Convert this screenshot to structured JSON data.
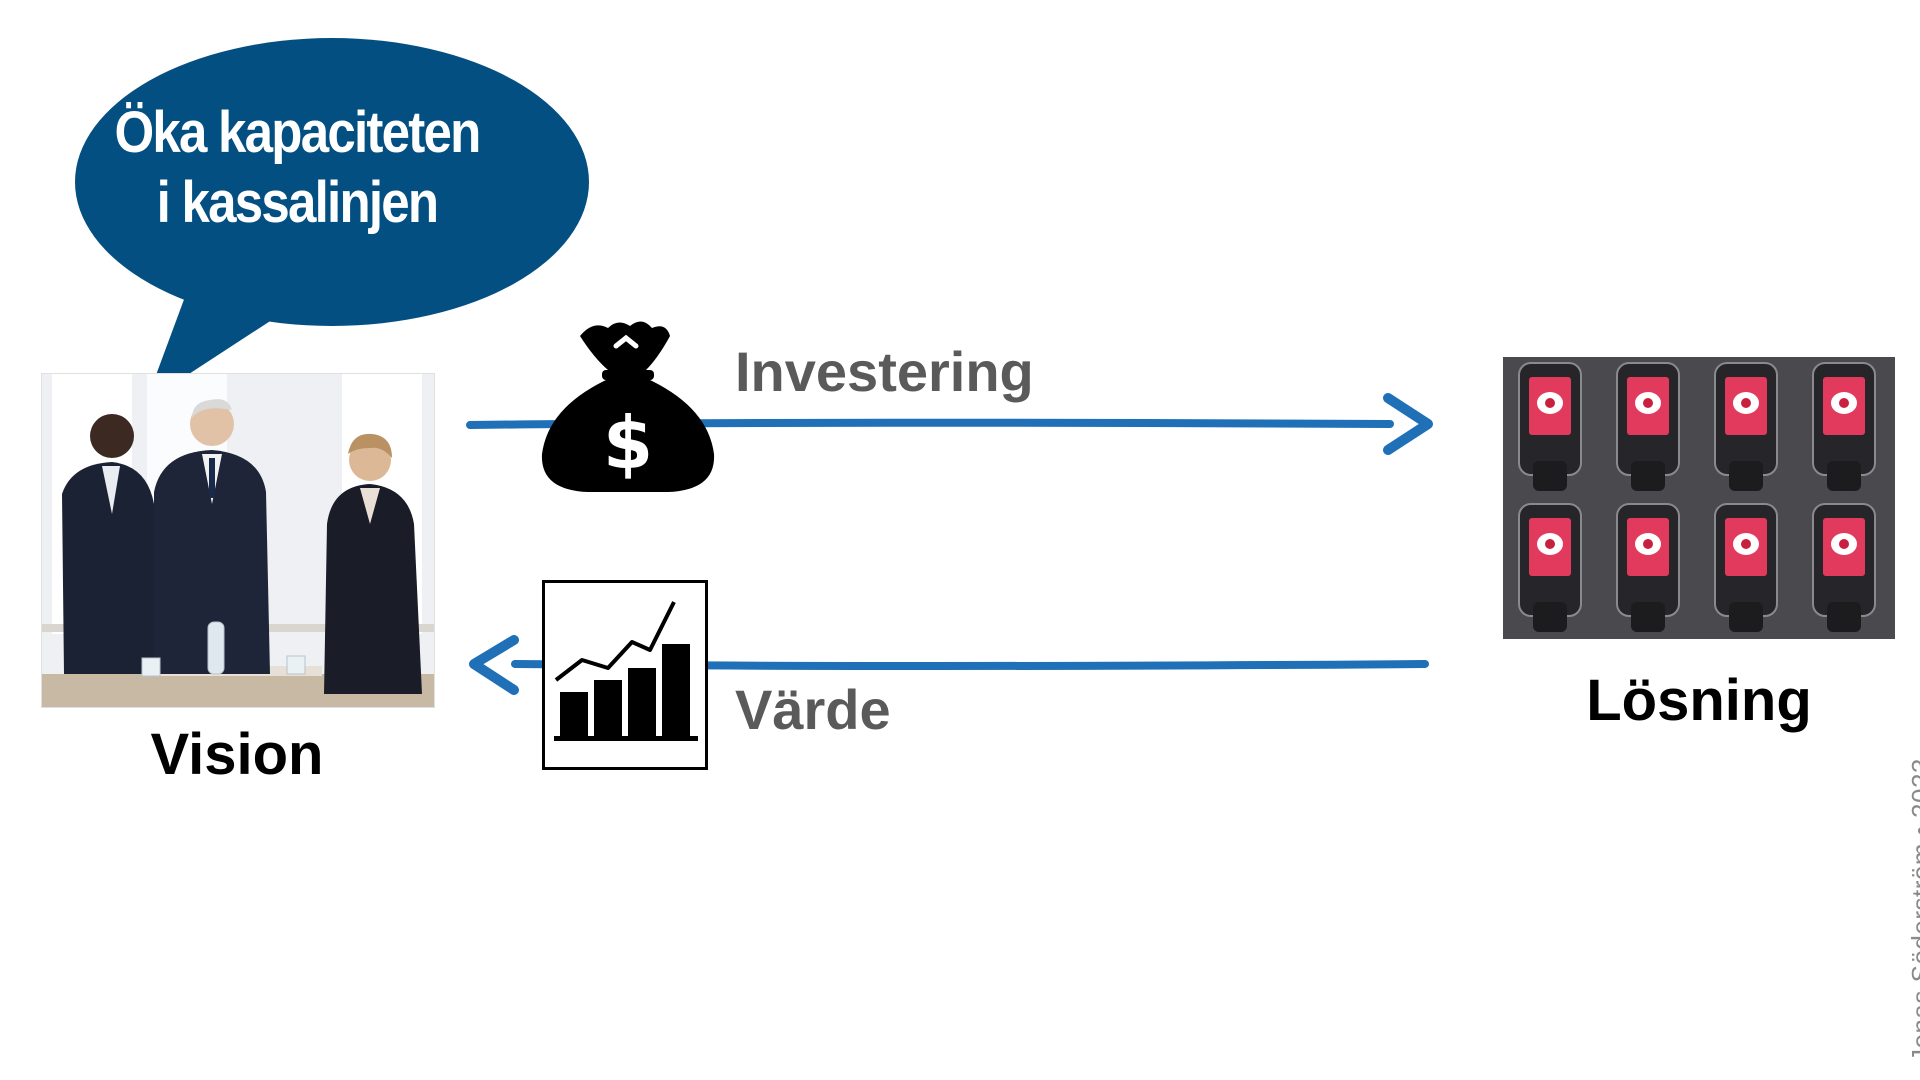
{
  "speech_bubble": {
    "line1": "Öka kapaciteten",
    "line2": "i kassalinjen",
    "color": "#034f82"
  },
  "vision": {
    "label": "Vision"
  },
  "solution": {
    "label": "Lösning"
  },
  "flows": {
    "investment": {
      "label": "Investering",
      "icon": "money-bag-icon"
    },
    "value": {
      "label": "Värde",
      "icon": "rising-chart-icon"
    },
    "arrow_color": "#1f70b6"
  },
  "credit": "Jonas Söderström • 2023"
}
